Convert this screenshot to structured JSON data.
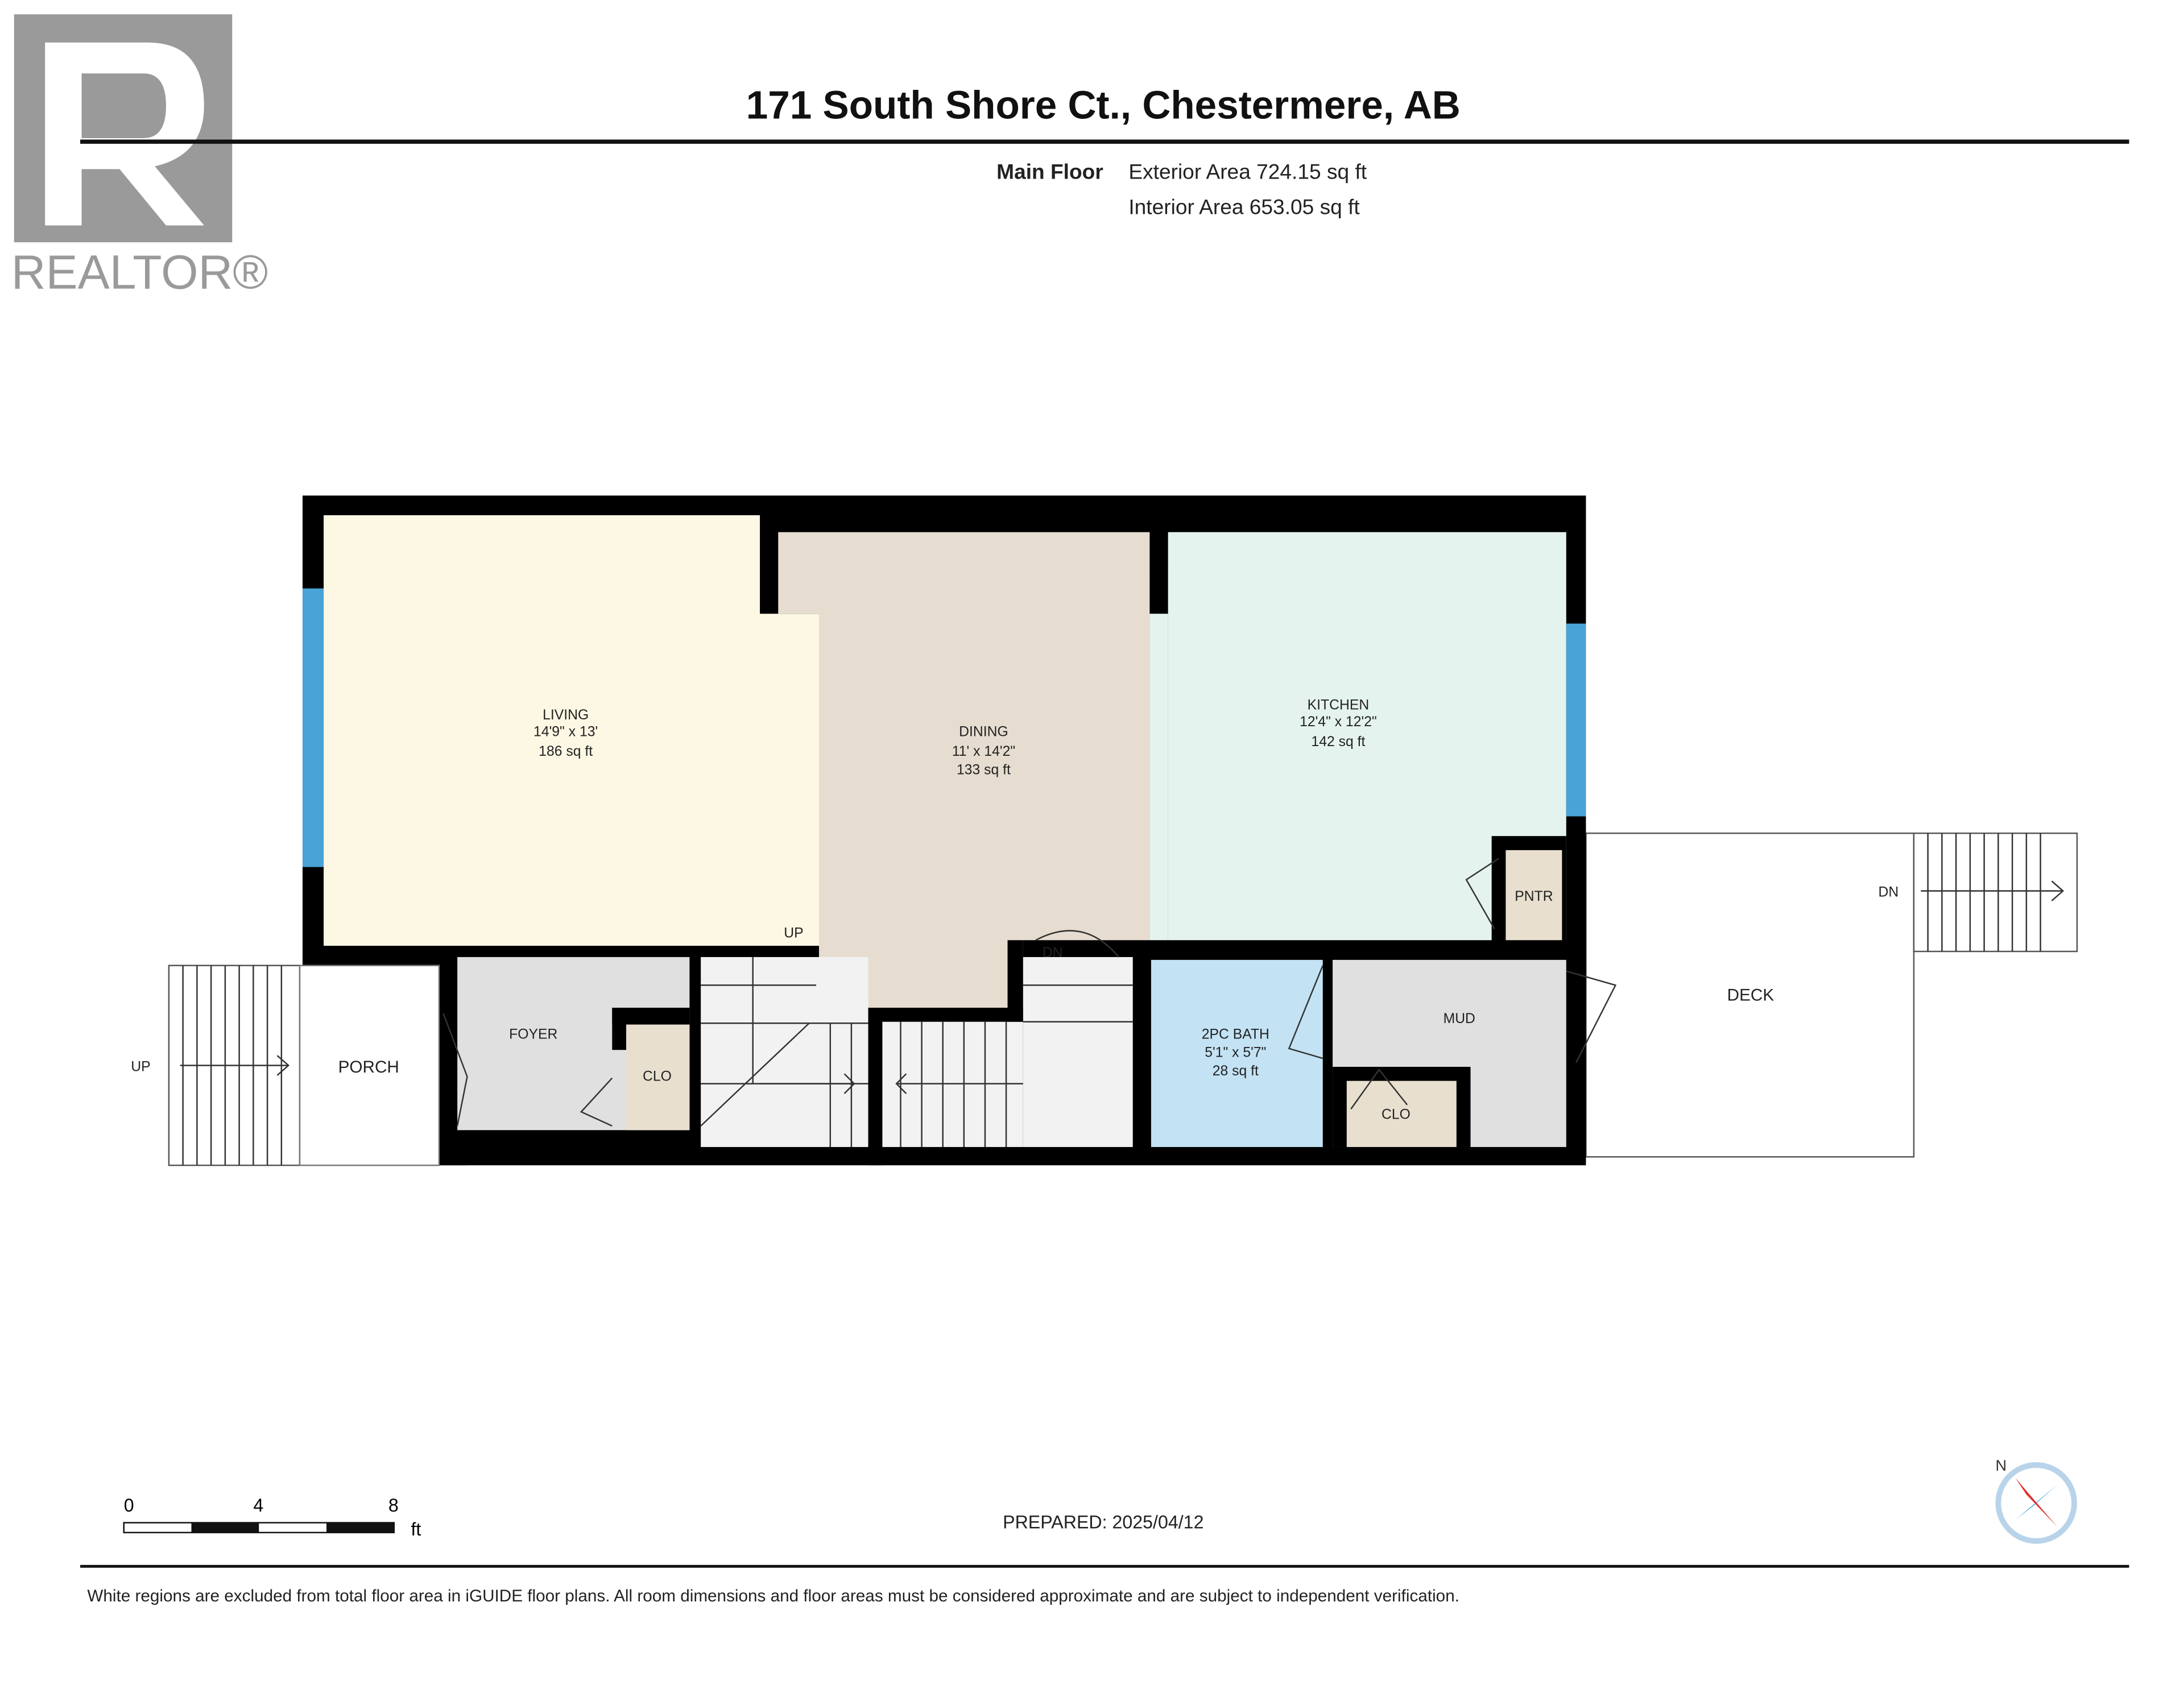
{
  "logo": {
    "text": "REALTOR®"
  },
  "header": {
    "title": "171 South Shore Ct., Chestermere, AB",
    "floor": "Main Floor",
    "exterior_area": "Exterior Area 724.15 sq ft",
    "interior_area": "Interior Area 653.05 sq ft"
  },
  "rooms": {
    "living": {
      "name": "LIVING",
      "dims": "14'9\" x 13'",
      "area": "186 sq ft"
    },
    "dining": {
      "name": "DINING",
      "dims": "11' x 14'2\"",
      "area": "133 sq ft"
    },
    "kitchen": {
      "name": "KITCHEN",
      "dims": "12'4\" x 12'2\"",
      "area": "142 sq ft"
    },
    "bath": {
      "name": "2PC BATH",
      "dims": "5'1\" x 5'7\"",
      "area": "28 sq ft"
    },
    "foyer": {
      "name": "FOYER"
    },
    "porch": {
      "name": "PORCH"
    },
    "mud": {
      "name": "MUD"
    },
    "deck": {
      "name": "DECK"
    },
    "pantry": {
      "name": "PNTR"
    },
    "closet_foyer": {
      "name": "CLO"
    },
    "closet_mud": {
      "name": "CLO"
    }
  },
  "stairs": {
    "porch": "UP",
    "main_up": "UP",
    "main_down": "DN",
    "deck": "DN"
  },
  "scale": {
    "ticks": [
      "0",
      "4",
      "8"
    ],
    "unit": "ft"
  },
  "compass": {
    "label": "N"
  },
  "prepared": "PREPARED: 2025/04/12",
  "disclaimer": "White regions are excluded from total floor area in iGUIDE floor plans. All room dimensions and floor areas must be considered approximate and are subject to independent verification.",
  "colors": {
    "living": "#fdf8e4",
    "dining": "#e6ddd0",
    "kitchen": "#e5f3ef",
    "bath": "#c3e3f5",
    "utility": "#e0e0e0",
    "closet": "#e8dfcf",
    "window": "#4aa3d6"
  }
}
